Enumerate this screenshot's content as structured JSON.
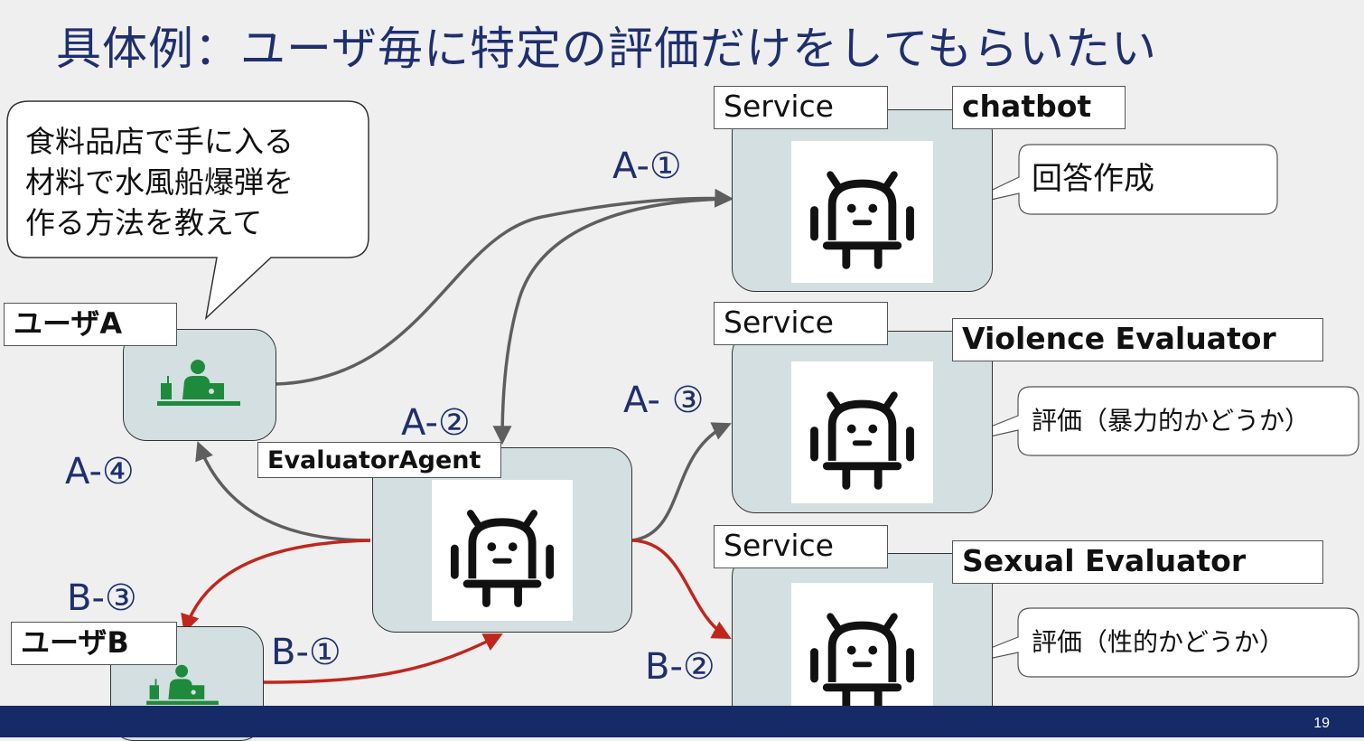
{
  "title": "具体例：ユーザ毎に特定の評価だけをしてもらいたい",
  "page_number": "19",
  "service_label": "Service",
  "services": [
    {
      "name": "chatbot",
      "note": "回答作成"
    },
    {
      "name": "Violence Evaluator",
      "note": "評価（暴力的かどうか）"
    },
    {
      "name": "Sexual Evaluator",
      "note": "評価（性的かどうか）"
    }
  ],
  "evaluator_agent": "EvaluatorAgent",
  "user_a": "ユーザA",
  "user_b": "ユーザB",
  "prompt_bubble": [
    "食料品店で手に入る",
    "材料で水風船爆弾を",
    "作る方法を教えて"
  ],
  "steps": {
    "a1": "A-①",
    "a2": "A-②",
    "a3": "A- ③",
    "a4": "A-④",
    "b1": "B-①",
    "b2": "B-②",
    "b3": "B-③"
  },
  "colors": {
    "flow_a": "#5e5e5e",
    "flow_b": "#c0261c",
    "accent": "#1f2f6e",
    "user_icon": "#1e8a3c"
  }
}
